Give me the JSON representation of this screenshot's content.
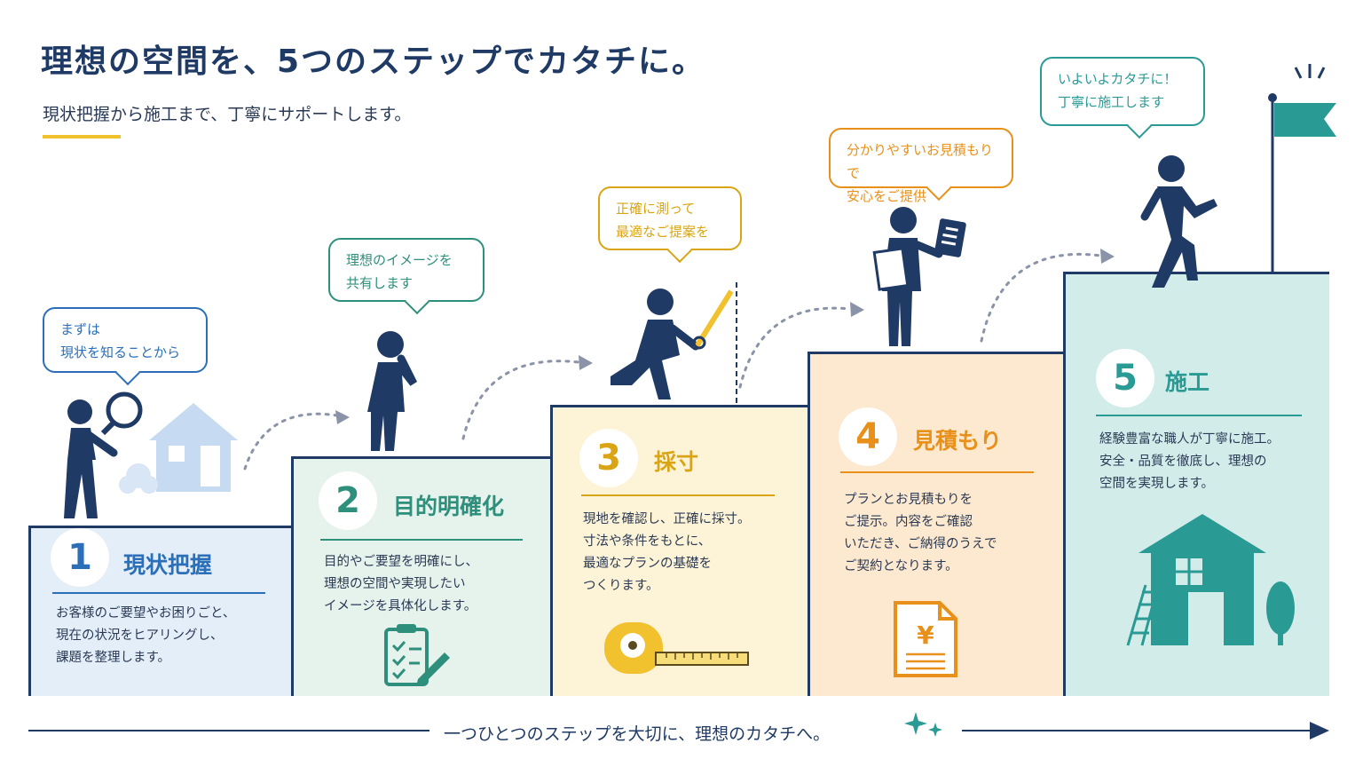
{
  "header": {
    "title": "理想の空間を、5つのステップでカタチに。",
    "subtitle": "現状把握から施工まで、丁寧にサポートします。"
  },
  "steps": [
    {
      "number": "1",
      "name": "現状把握",
      "description": "お客様のご要望やお困りごと、\n現在の状況をヒアリングし、\n課題を整理します。",
      "bubble": "まずは\n現状を知ることから",
      "color": "#2a6fb8",
      "bg": "#e4eef9",
      "icon": "house-and-magnifier-icon"
    },
    {
      "number": "2",
      "name": "目的明確化",
      "description": "目的やご要望を明確にし、\n理想の空間や実現したい\nイメージを具体化します。",
      "bubble": "理想のイメージを\n共有します",
      "color": "#2e8f7c",
      "bg": "#e6f2ec",
      "icon": "clipboard-check-icon"
    },
    {
      "number": "3",
      "name": "採寸",
      "description": "現地を確認し、正確に採寸。\n寸法や条件をもとに、\n最適なプランの基礎を\nつくります。",
      "bubble": "正確に測って\n最適なご提案を",
      "color": "#d9a514",
      "bg": "#fdf3d7",
      "icon": "tape-measure-icon"
    },
    {
      "number": "4",
      "name": "見積もり",
      "description": "プランとお見積もりを\nご提示。内容をご確認\nいただき、ご納得のうえで\nご契約となります。",
      "bubble": "分かりやすいお見積もりで\n安心をご提供",
      "color": "#e8901a",
      "bg": "#fde9cf",
      "icon": "yen-document-icon"
    },
    {
      "number": "5",
      "name": "施工",
      "description": "経験豊富な職人が丁寧に施工。\n安全・品質を徹底し、理想の\n空間を実現します。",
      "bubble": "いよいよカタチに！\n丁寧に施工します",
      "color": "#2a9a95",
      "bg": "#d2ecea",
      "icon": "house-construction-icon"
    }
  ],
  "footer": {
    "tagline": "一つひとつのステップを大切に、理想のカタチへ。"
  },
  "colors": {
    "navy": "#1f3a64",
    "accent": "#f2c12e"
  }
}
